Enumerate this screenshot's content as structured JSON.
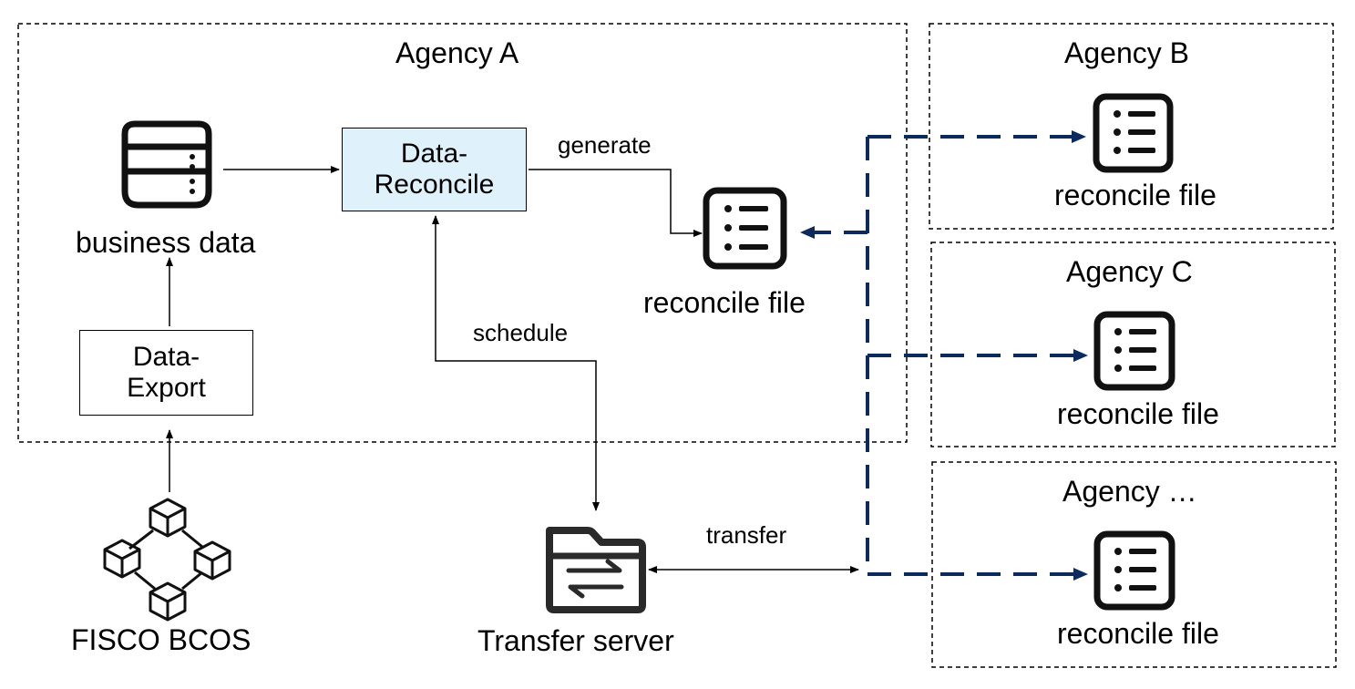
{
  "agency_a": {
    "title": "Agency A"
  },
  "agency_b": {
    "title": "Agency B",
    "file_label": "reconcile file"
  },
  "agency_c": {
    "title": "Agency C",
    "file_label": "reconcile file"
  },
  "agency_etc": {
    "title": "Agency …",
    "file_label": "reconcile file"
  },
  "business_data": {
    "label": "business data",
    "icon": "database-icon"
  },
  "data_reconcile": {
    "line1": "Data-",
    "line2": "Reconcile",
    "fill": "#dff1fb"
  },
  "data_export": {
    "line1": "Data-",
    "line2": "Export"
  },
  "local_file": {
    "label": "reconcile file",
    "icon": "list-document-icon"
  },
  "blockchain": {
    "label": "FISCO BCOS",
    "icon": "blockchain-icon"
  },
  "transfer_server": {
    "label": "Transfer server",
    "icon": "folder-transfer-icon"
  },
  "edges": {
    "generate": "generate",
    "schedule": "schedule",
    "transfer": "transfer"
  },
  "colors": {
    "dashed_flow": "#0d2a5c",
    "line": "#000000"
  }
}
